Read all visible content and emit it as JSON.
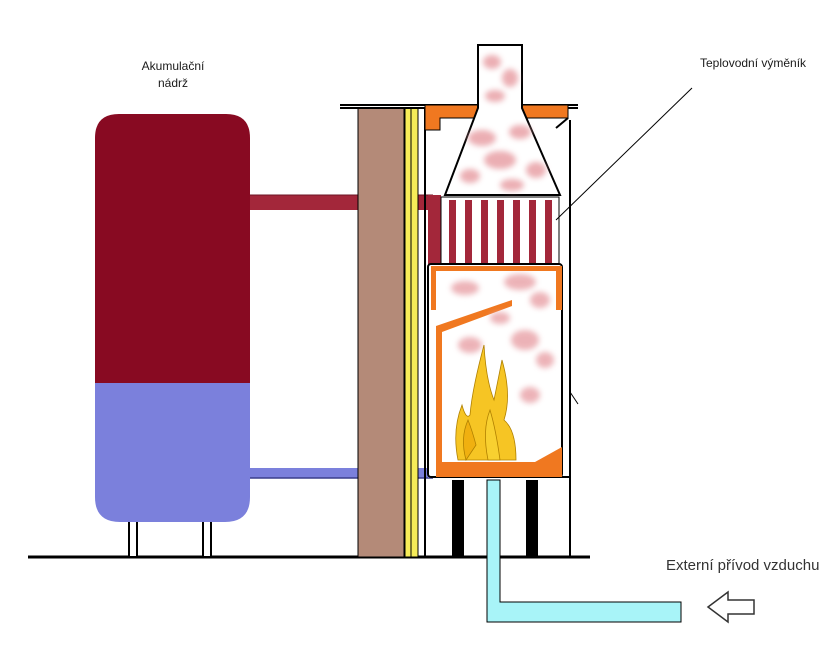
{
  "labels": {
    "tank_line1": "Akumulační",
    "tank_line2": "nádrž",
    "exchanger": "Teplovodní výměník",
    "air_intake": "Externí přívod vzduchu"
  },
  "colors": {
    "tank_hot": "#880a22",
    "tank_cold": "#7b80dc",
    "hot_pipe": "#a3273a",
    "cold_pipe": "#7b80dc",
    "wall": "#b48a78",
    "insulation": "#f6ec58",
    "firebox_frame": "#f07820",
    "flame": "#f6c524",
    "air_duct": "#a8f4f8",
    "smoke": "#e8a0a6",
    "ground": "#000000"
  },
  "icons": {
    "air_arrow": "left-arrow-outline-icon"
  }
}
